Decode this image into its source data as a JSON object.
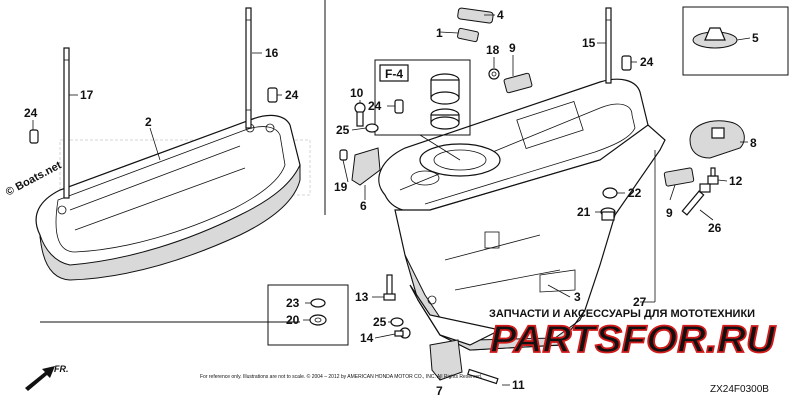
{
  "diagram": {
    "callouts": {
      "c1": "1",
      "c2": "2",
      "c3": "3",
      "c4": "4",
      "c5": "5",
      "c6": "6",
      "c7": "7",
      "c8": "8",
      "c9a": "9",
      "c9b": "9",
      "c10": "10",
      "c11": "11",
      "c12": "12",
      "c13": "13",
      "c14": "14",
      "c15": "15",
      "c16": "16",
      "c17": "17",
      "c18": "18",
      "c19": "19",
      "c20": "20",
      "c21": "21",
      "c22": "22",
      "c23": "23",
      "c24a": "24",
      "c24b": "24",
      "c24c": "24",
      "c24d": "24",
      "c25a": "25",
      "c25b": "25",
      "c26": "26",
      "c27": "27"
    },
    "view_label": "F-4",
    "direction_label": "FR.",
    "diagram_code": "ZX24F0300B",
    "copyright_text": "© Boats.net",
    "watermark_caption": "ЗАПЧАСТИ И АКСЕССУАРЫ ДЛЯ МОТОТЕХНИКИ",
    "watermark_brand": "PARTSFOR.RU",
    "footer_note": "For reference only. Illustrations are not to scale. © 2004 – 2012 by AMERICAN HONDA MOTOR CO., INC. All Rights Reserved."
  },
  "colors": {
    "watermark_red": "#d11a1a",
    "watermark_gray": "#9a9a9a",
    "line": "#111111"
  }
}
